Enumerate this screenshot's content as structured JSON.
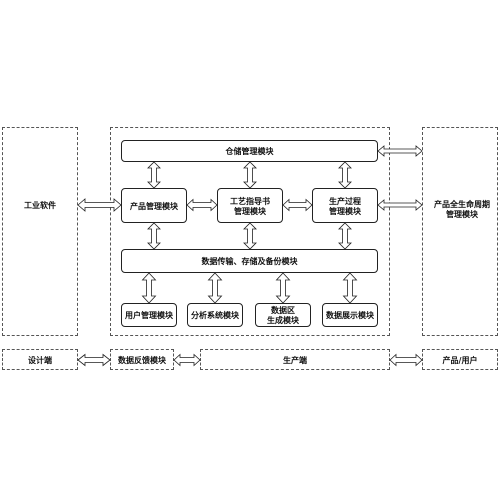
{
  "zones": {
    "left_software": "工业软件",
    "right_lifecycle": "产品全生命周期管理模块"
  },
  "modules": {
    "warehouse": "仓储管理模块",
    "product_mgmt": "产品管理模块",
    "process_guide": "工艺指导书\n管理模块",
    "production_process": "生产过程\n管理模块",
    "data_transfer": "数据传输、存储及备份模块",
    "user_mgmt": "用户管理模块",
    "analysis": "分析系统模块",
    "data_zone": "数据区\n生成模块",
    "data_display": "数据展示模块"
  },
  "bottom_bar": {
    "design_end": "设计端",
    "feedback": "数据反馈模块",
    "production_end": "生产端",
    "product_user": "产品/用户"
  }
}
